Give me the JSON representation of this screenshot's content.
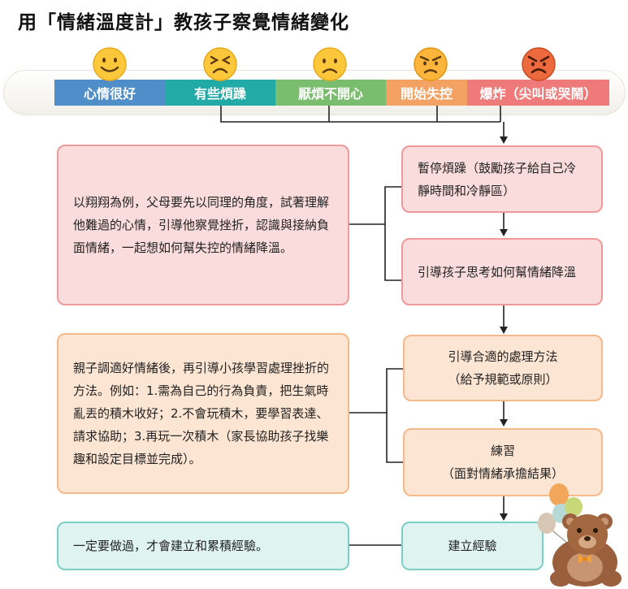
{
  "title": "用「情緒溫度計」教孩子察覺情緒變化",
  "scale": [
    {
      "label": "心情很好",
      "color": "#4f8ec9",
      "face": "smile"
    },
    {
      "label": "有些煩躁",
      "color": "#22aaa6",
      "face": "frustrated"
    },
    {
      "label": "厭煩不開心",
      "color": "#7bbd6e",
      "face": "sad"
    },
    {
      "label": "開始失控",
      "color": "#f3a264",
      "face": "angry"
    },
    {
      "label": "爆炸（尖叫或哭鬧）",
      "color": "#ef7a7a",
      "face": "furious"
    }
  ],
  "steps": {
    "pause": "暫停煩躁（鼓勵孩子給自己冷靜時間和冷靜區）",
    "guide": "引導孩子思考如何幫情緒降溫",
    "method": {
      "line1": "引導合適的處理方法",
      "line2": "（給予規範或原則）"
    },
    "practice": {
      "line1": "練習",
      "line2": "（面對情緒承擔結果）"
    },
    "experience": "建立經驗"
  },
  "notes": {
    "example": "以翔翔為例，父母要先以同理的角度，試著理解他難過的心情，引導他察覺挫折，認識與接納負面情緒，一起想如何幫失控的情緒降溫。",
    "after": "親子調適好情緒後，再引導小孩學習處理挫折的方法。例如：1.需為自己的行為負責，把生氣時亂丟的積木收好；2.不會玩積木，要學習表達、請求協助；3.再玩一次積木（家長協助孩子找樂趣和設定目標並完成）。",
    "must": "一定要做過，才會建立和累積經驗。"
  }
}
